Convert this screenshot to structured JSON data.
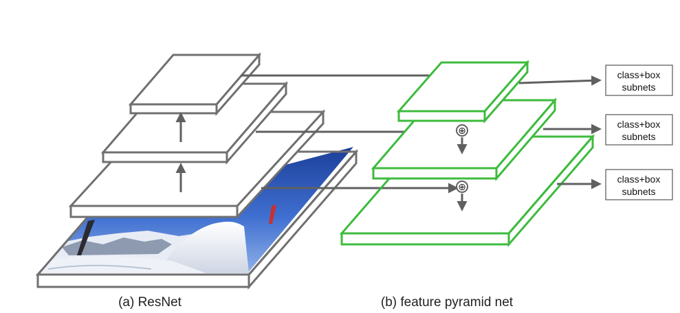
{
  "diagram": {
    "left_caption": "(a) ResNet",
    "right_caption": "(b) feature pyramid net",
    "subnet_box_line1": "class+box",
    "subnet_box_line2": "subnets",
    "merge_symbol": "⊕"
  },
  "colors": {
    "resnet_stroke": "#707070",
    "pyramid_stroke": "#3dbb3d",
    "arrow": "#606060",
    "box_stroke": "#555555"
  }
}
